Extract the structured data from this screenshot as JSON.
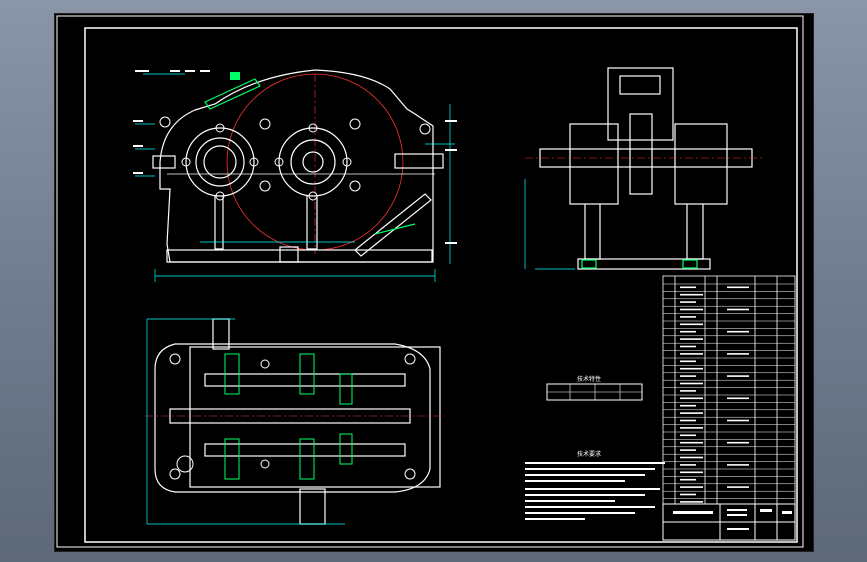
{
  "drawing": {
    "background": "#000000",
    "line_color": "#ffffff",
    "dimension_color": "#00ffff",
    "centerline_color": "#ff3333",
    "accent_green": "#00ff66",
    "accent_yellow": "#ffff66"
  },
  "views": {
    "front": "front-view",
    "side": "side-view",
    "top": "top-view"
  },
  "table": {
    "small_title": "技术特性",
    "notes_title": "技术要求"
  }
}
